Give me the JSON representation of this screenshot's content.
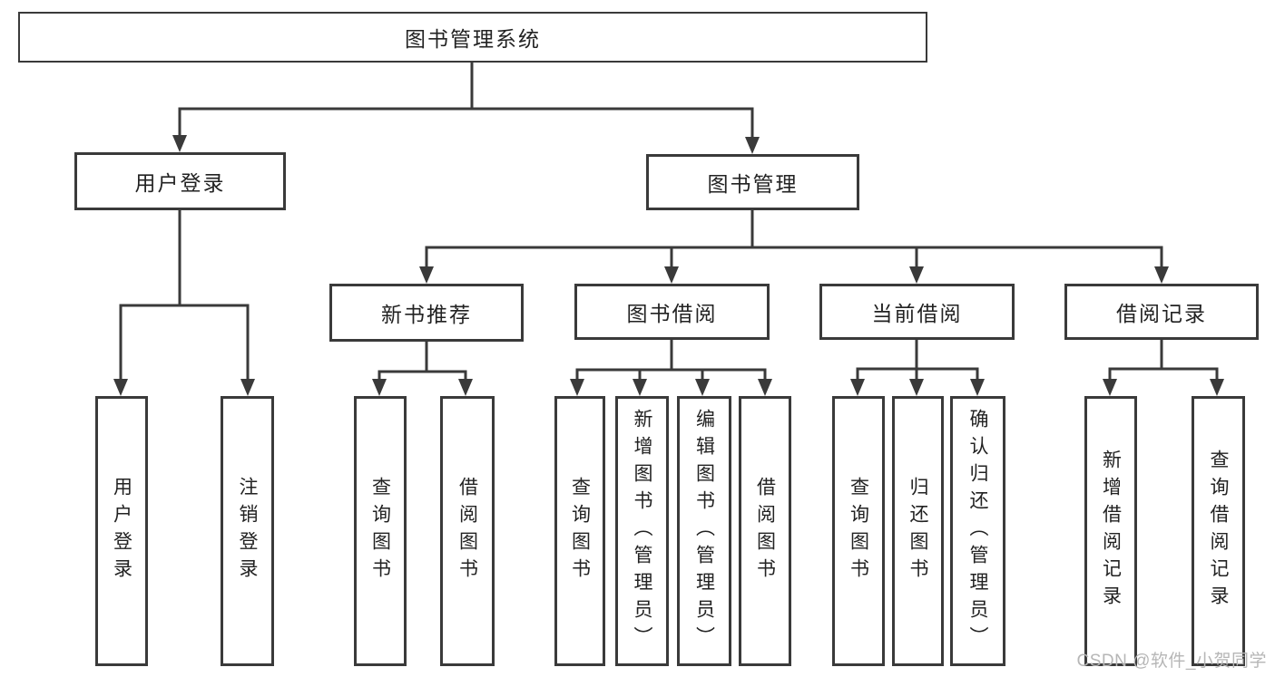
{
  "colors": {
    "line": "#3a3a3a",
    "text": "#222222",
    "background": "#ffffff",
    "watermark": "#b6b6b6"
  },
  "watermark": "CSDN @软件_小贺同学",
  "tree": {
    "label": "图书管理系统",
    "children": [
      {
        "label": "用户登录",
        "children": [
          {
            "label": "用户登录"
          },
          {
            "label": "注销登录"
          }
        ]
      },
      {
        "label": "图书管理",
        "children": [
          {
            "label": "新书推荐",
            "children": [
              {
                "label": "查询图书"
              },
              {
                "label": "借阅图书"
              }
            ]
          },
          {
            "label": "图书借阅",
            "children": [
              {
                "label": "查询图书"
              },
              {
                "label": "新增图书（管理员）"
              },
              {
                "label": "编辑图书（管理员）"
              },
              {
                "label": "借阅图书"
              }
            ]
          },
          {
            "label": "当前借阅",
            "children": [
              {
                "label": "查询图书"
              },
              {
                "label": "归还图书"
              },
              {
                "label": "确认归还（管理员）"
              }
            ]
          },
          {
            "label": "借阅记录",
            "children": [
              {
                "label": "新增借阅记录"
              },
              {
                "label": "查询借阅记录"
              }
            ]
          }
        ]
      }
    ]
  }
}
